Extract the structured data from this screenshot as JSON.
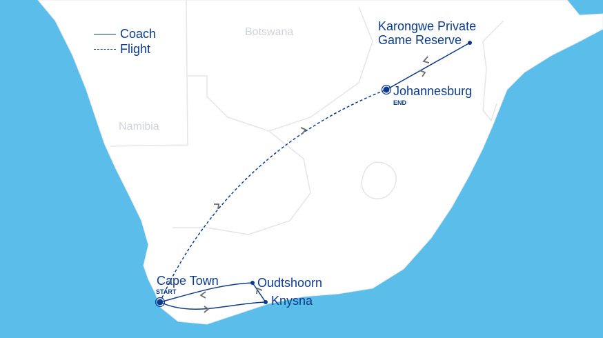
{
  "legend": {
    "coach": "Coach",
    "flight": "Flight"
  },
  "countries": [
    "Botswana",
    "Namibia"
  ],
  "places": {
    "karongwe": "Karongwe Private Game Reserve",
    "karongwe_line1": "Karongwe Private",
    "karongwe_line2": "Game Reserve",
    "johannesburg": "Johannesburg",
    "johannesburg_tag": "END",
    "cape_town": "Cape Town",
    "cape_town_tag": "START",
    "oudtshoorn": "Oudtshoorn",
    "knysna": "Knysna"
  },
  "colors": {
    "sea": "#5bbde9",
    "land": "#ffffff",
    "route": "#0d3b8c",
    "arrow": "#6b6b6b"
  }
}
